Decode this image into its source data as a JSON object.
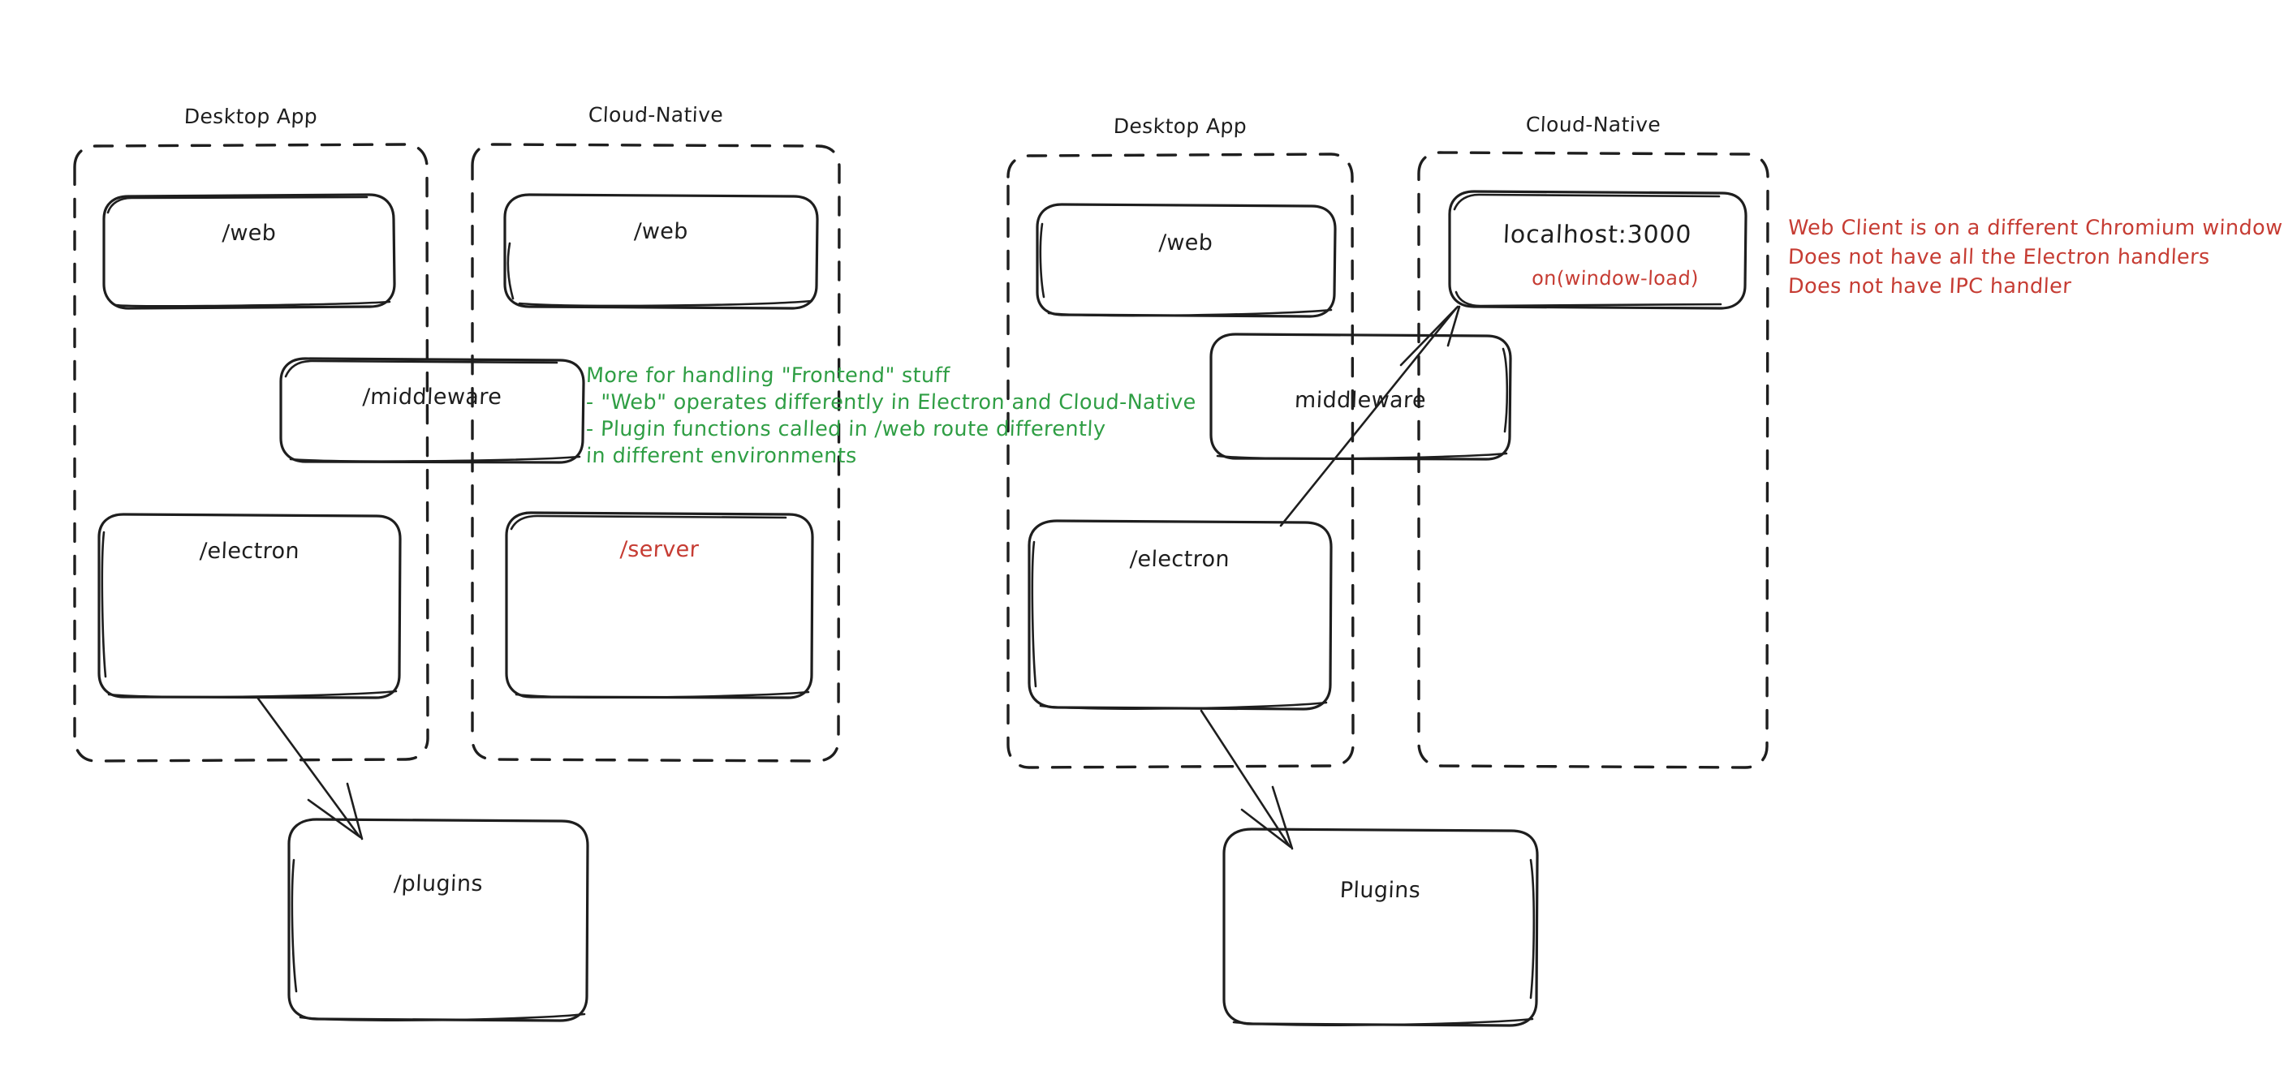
{
  "diagram": {
    "type": "architecture-sketch",
    "style": "hand-drawn",
    "background": "#ffffff",
    "colors": {
      "ink": "#1e1e1e",
      "green_note": "#2f9e44",
      "red_note": "#c63c33"
    }
  },
  "left_diagram": {
    "groups": [
      {
        "id": "left-desktop",
        "label": "Desktop App"
      },
      {
        "id": "left-cloud",
        "label": "Cloud-Native"
      }
    ],
    "nodes": [
      {
        "id": "left-desktop-web",
        "label": "/web"
      },
      {
        "id": "left-cloud-web",
        "label": "/web"
      },
      {
        "id": "left-middleware",
        "label": "/middleware"
      },
      {
        "id": "left-electron",
        "label": "/electron"
      },
      {
        "id": "left-server",
        "label": "/server",
        "color": "#c63c33"
      },
      {
        "id": "left-plugins",
        "label": "/plugins"
      }
    ],
    "note_green": {
      "lines": [
        "More for handling \"Frontend\" stuff",
        "- \"Web\" operates differently in Electron and Cloud-Native",
        "- Plugin functions called in /web route differently",
        "in different environments"
      ]
    },
    "edges": [
      {
        "from": "left-electron",
        "to": "left-plugins",
        "arrow": true
      }
    ]
  },
  "right_diagram": {
    "groups": [
      {
        "id": "right-desktop",
        "label": "Desktop App"
      },
      {
        "id": "right-cloud",
        "label": "Cloud-Native"
      }
    ],
    "nodes": [
      {
        "id": "right-desktop-web",
        "label": "/web"
      },
      {
        "id": "right-localhost",
        "label": "localhost:3000",
        "sub_label": "on(window-load)",
        "sub_color": "#c63c33"
      },
      {
        "id": "right-middleware",
        "label": "middleware"
      },
      {
        "id": "right-electron",
        "label": "/electron"
      },
      {
        "id": "right-plugins",
        "label": "Plugins"
      }
    ],
    "note_red": {
      "lines": [
        "Web Client is on a different Chromium window",
        "Does not have all the Electron handlers",
        "Does not have IPC handler"
      ]
    },
    "edges": [
      {
        "from": "right-electron",
        "to": "right-localhost",
        "arrow": true
      },
      {
        "from": "right-electron",
        "to": "right-plugins",
        "arrow": true
      }
    ]
  }
}
